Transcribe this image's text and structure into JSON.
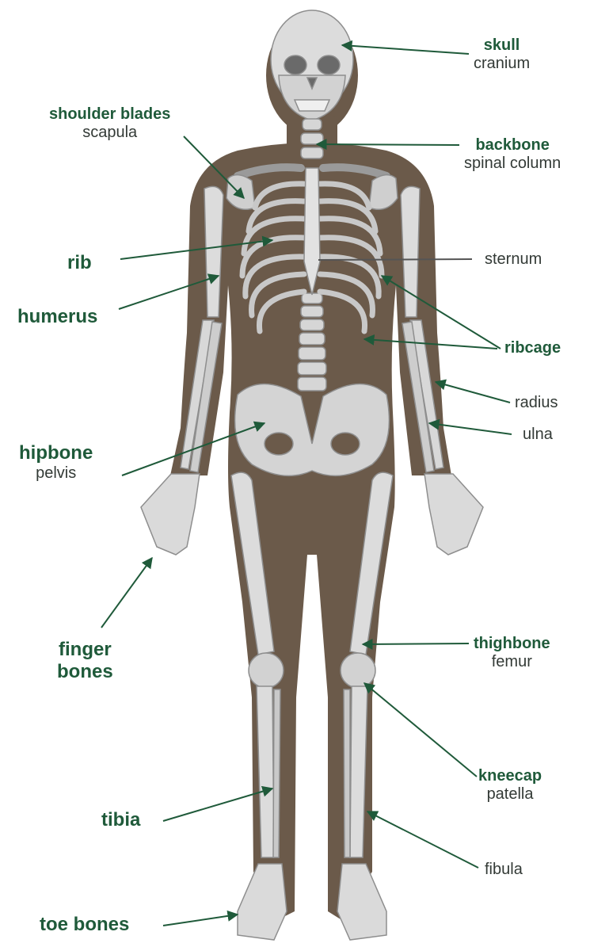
{
  "colors": {
    "silhouette": "#6b5a4a",
    "bone": "#dcdcdc",
    "bone_shade": "#b9b9b9",
    "bone_edge": "#8e8e8e",
    "label_main": "#1f5a3a",
    "label_sub": "#333a36",
    "leader": "#1f5a3a"
  },
  "labels": {
    "skull": {
      "main": "skull",
      "sub": "cranium"
    },
    "shoulder_blades": {
      "main": "shoulder blades",
      "sub": "scapula"
    },
    "backbone": {
      "main": "backbone",
      "sub": "spinal column"
    },
    "rib": {
      "main": "rib"
    },
    "sternum": {
      "sub": "sternum"
    },
    "humerus": {
      "main": "humerus"
    },
    "ribcage": {
      "main": "ribcage"
    },
    "radius": {
      "sub": "radius"
    },
    "ulna": {
      "sub": "ulna"
    },
    "hipbone": {
      "main": "hipbone",
      "sub": "pelvis"
    },
    "finger_bones": {
      "line1": "finger",
      "line2": "bones"
    },
    "thighbone": {
      "main": "thighbone",
      "sub": "femur"
    },
    "kneecap": {
      "main": "kneecap",
      "sub": "patella"
    },
    "tibia": {
      "main": "tibia"
    },
    "fibula": {
      "sub": "fibula"
    },
    "toe_bones": {
      "main": "toe bones"
    }
  }
}
